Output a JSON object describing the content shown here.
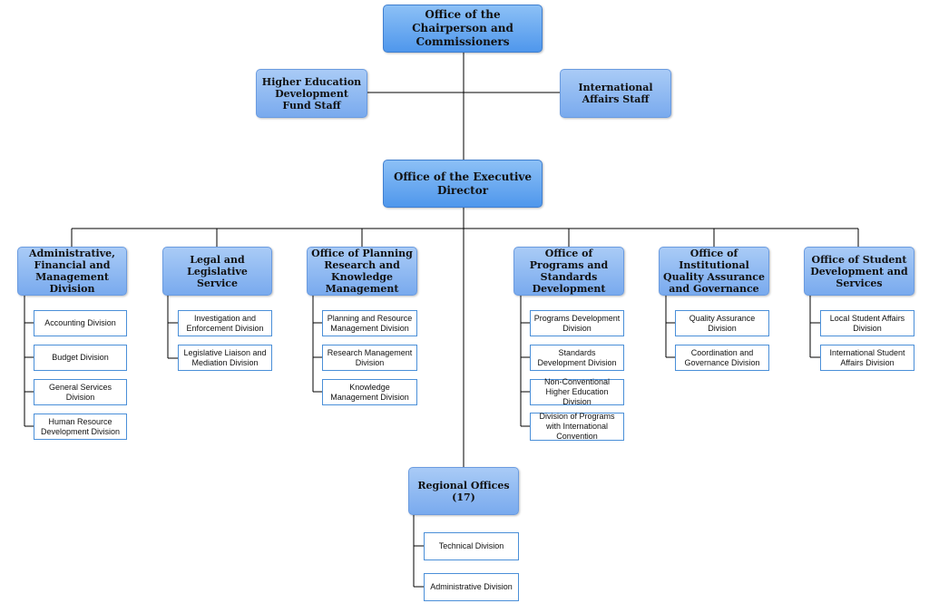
{
  "chart": {
    "top": "Office of the Chairperson and Commissioners",
    "left_staff": "Higher Education Development Fund Staff",
    "right_staff": "International Affairs Staff",
    "executive": "Office of the Executive Director",
    "regional": {
      "title": "Regional Offices (17)",
      "children": [
        "Technical Division",
        "Administrative Division"
      ]
    },
    "units": [
      {
        "title": "Administrative, Financial and Management Division",
        "children": [
          "Accounting Division",
          "Budget Division",
          "General Services Division",
          "Human Resource Development Division"
        ]
      },
      {
        "title": "Legal and Legislative Service",
        "children": [
          "Investigation and Enforcement Division",
          "Legislative Liaison and Mediation Division"
        ]
      },
      {
        "title": "Office of Planning Research and Knowledge Management",
        "children": [
          "Planning and Resource Management Division",
          "Research Management Division",
          "Knowledge Management Division"
        ]
      },
      {
        "title": "Office of Programs and Standards Development",
        "children": [
          "Programs Development Division",
          "Standards Development Division",
          "Non-Conventional Higher Education Division",
          "Division of Programs with International Convention"
        ]
      },
      {
        "title": "Office of Institutional Quality Assurance and Governance",
        "children": [
          "Quality Assurance Division",
          "Coordination and Governance Division"
        ]
      },
      {
        "title": "Office of Student Development and Services",
        "children": [
          "Local Student Affairs Division",
          "International Student Affairs Division"
        ]
      }
    ]
  }
}
